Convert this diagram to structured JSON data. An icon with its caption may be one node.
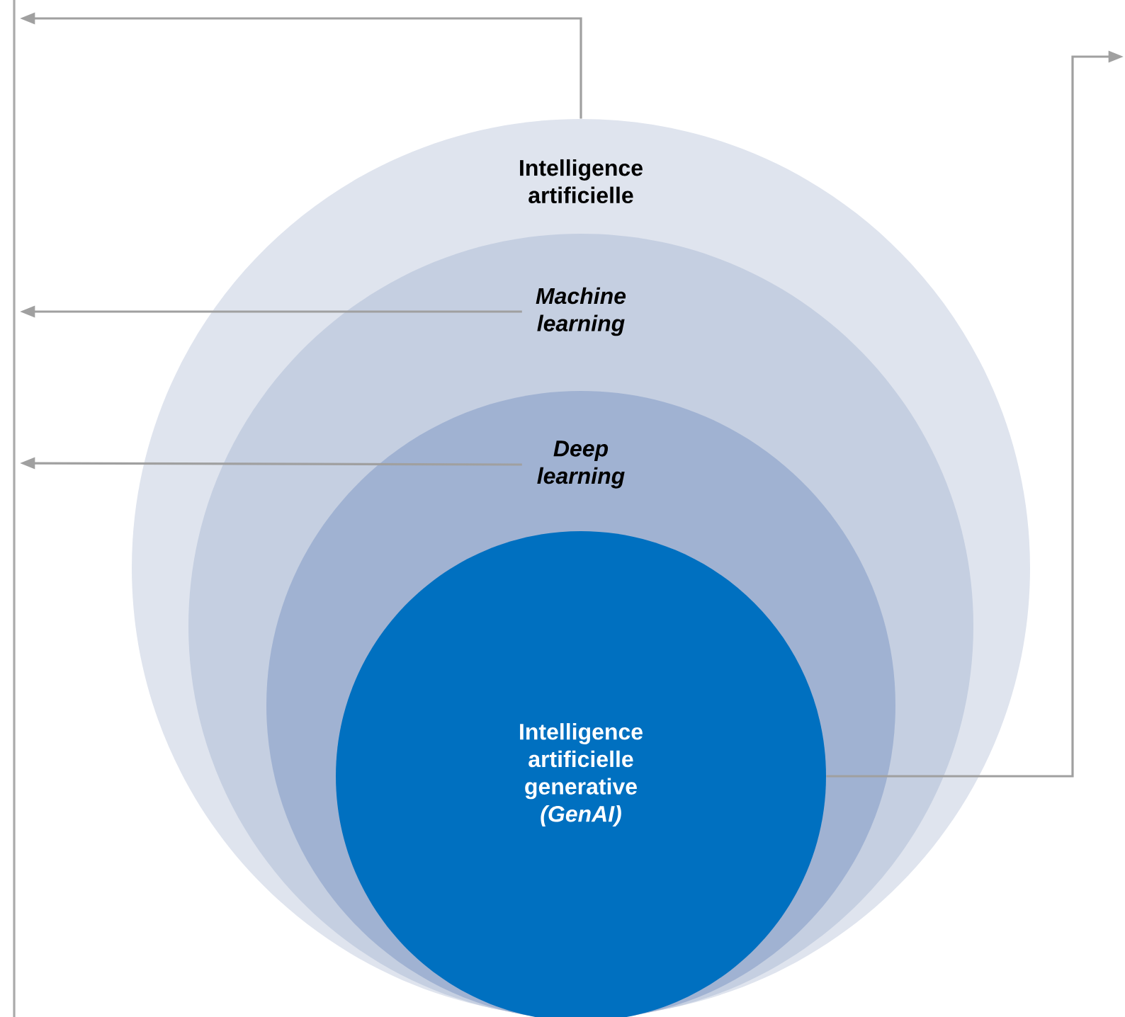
{
  "diagram": {
    "nodes": [
      {
        "text": [
          "Intelligence artificielle"
        ]
      },
      {
        "text": [
          "Machine learning"
        ],
        "in": 0
      },
      {
        "text": [
          "Deep learning"
        ],
        "in": 1
      },
      {
        "text": [
          "Intelligence artificielle generative *(GenAI)*"
        ],
        "in": 2
      }
    ],
    "edges": [
      {
        "from": 0,
        "to": null,
        "arrow": "to"
      },
      {
        "from": 1,
        "to": null,
        "arrow": "to"
      },
      {
        "from": 2,
        "to": null,
        "arrow": "to"
      },
      {
        "from": 3,
        "to": null,
        "arrow": "to"
      }
    ]
  }
}
